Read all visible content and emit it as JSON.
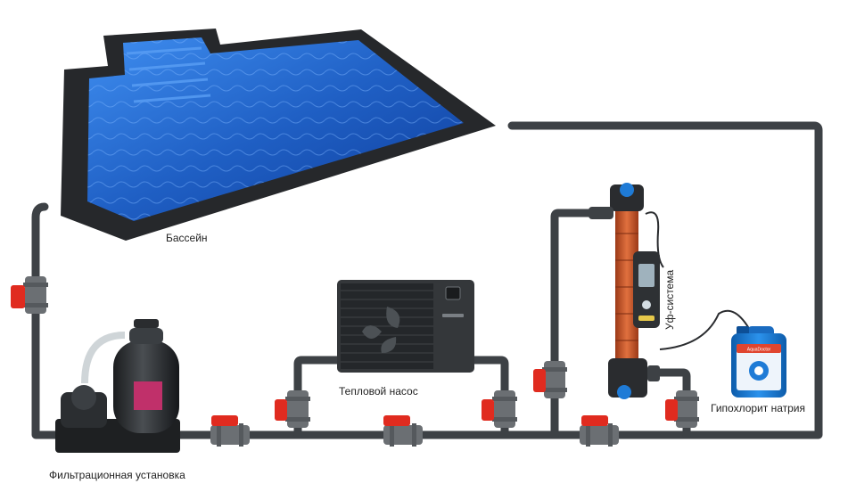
{
  "labels": {
    "pool": "Бассейн",
    "filter": "Фильтрационная установка",
    "heat_pump": "Тепловой насос",
    "uv": "Уф-система",
    "chlorine": "Гипохлорит натрия"
  },
  "canister": {
    "brand": "AquaDoctor"
  },
  "colors": {
    "pipe": "#3d4145",
    "valve_handle": "#e02b1f",
    "valve_body": "#6b6f73",
    "water": "#1f5fc4",
    "pool_frame": "#2a2c2f",
    "uv_tube": "#c8542a",
    "canister": "#1778d2"
  }
}
